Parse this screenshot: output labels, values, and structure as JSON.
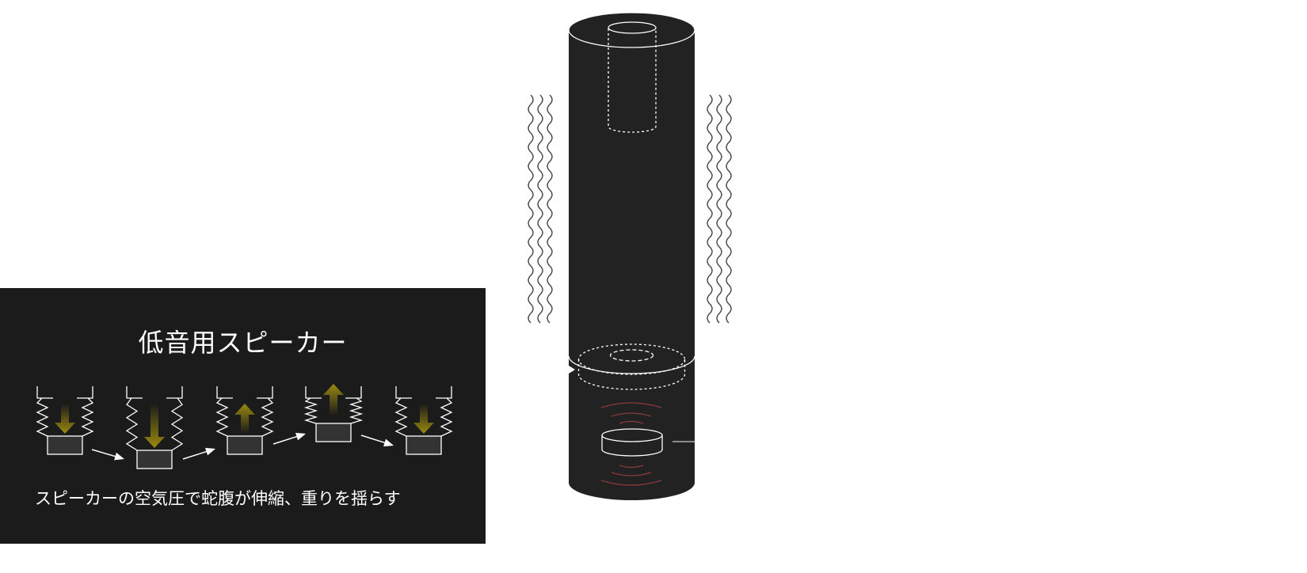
{
  "panel": {
    "title": "低音用スピーカー",
    "caption": "スピーカーの空気圧で蛇腹が伸縮、重りを揺らす",
    "steps": [
      {
        "arrow": "down",
        "state": "neutral"
      },
      {
        "arrow": "down",
        "state": "extended"
      },
      {
        "arrow": "up",
        "state": "neutral"
      },
      {
        "arrow": "up",
        "state": "compressed"
      },
      {
        "arrow": "down",
        "state": "neutral"
      }
    ]
  },
  "colors": {
    "panel_bg": "#1b1b1b",
    "cylinder": "#222222",
    "arrow_gold": "#9a8a10",
    "sound_wave": "#8a3a3a",
    "vibration": "#444444"
  }
}
